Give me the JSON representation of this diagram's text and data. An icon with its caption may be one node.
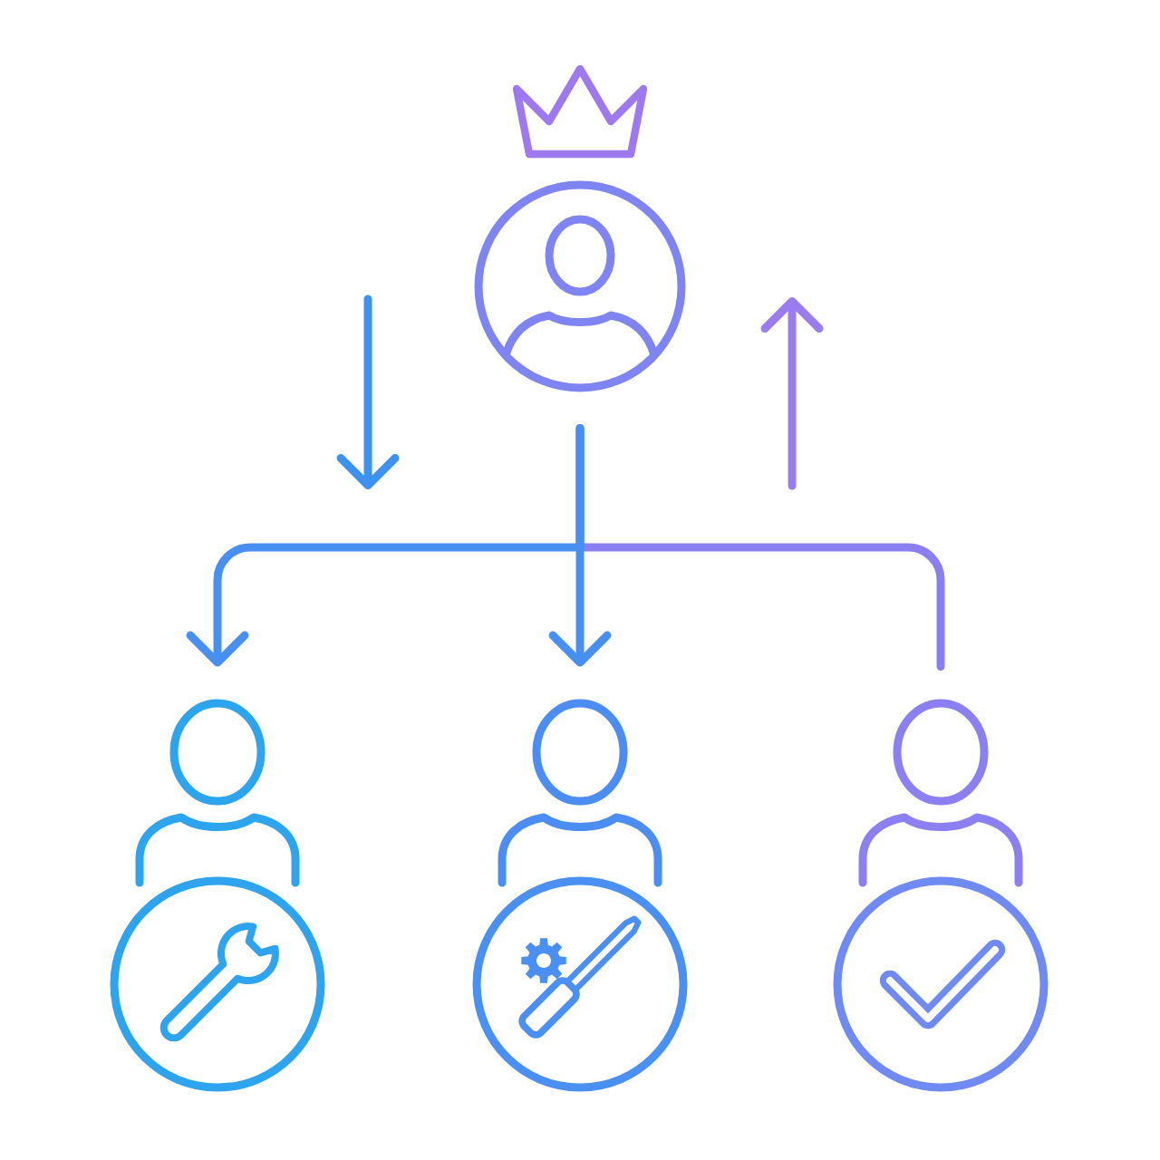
{
  "diagram": {
    "nodes": [
      {
        "text": [],
        "shape": "circle"
      },
      {
        "text": [],
        "shape": "person"
      },
      {
        "text": [],
        "shape": "person"
      },
      {
        "text": [],
        "shape": "person"
      }
    ],
    "edges": [
      {
        "from": 0,
        "to": 1,
        "arrow": "to"
      },
      {
        "from": 0,
        "to": 2,
        "arrow": "to"
      },
      {
        "from": 0,
        "to": 3,
        "arrow": "none",
        "color": "#8a7ff0"
      }
    ]
  }
}
